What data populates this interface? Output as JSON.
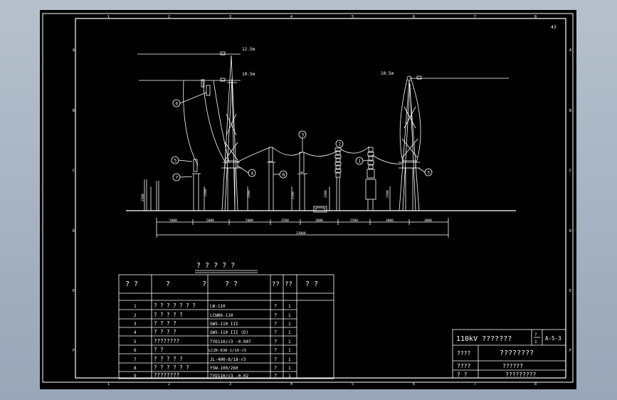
{
  "sheet": {
    "page_number": "43",
    "column_marks": [
      "1",
      "2",
      "3",
      "4",
      "5",
      "6",
      "7",
      "8"
    ],
    "row_marks": [
      "A",
      "B",
      "C",
      "D",
      "E",
      "F"
    ]
  },
  "elevation": {
    "height_labels": {
      "top_wire": "12.5m",
      "upper_wire": "10.5m",
      "right_wire": "10.5m"
    },
    "callouts": [
      "6",
      "5",
      "7",
      "4",
      "8",
      "3",
      "2",
      "1",
      "5"
    ],
    "vertical_dims": [
      "2500",
      "2500",
      "2500",
      "2700",
      "2500",
      "2500"
    ],
    "span_dims": [
      "5000",
      "5000",
      "5000",
      "2500",
      "3000",
      "2500",
      "3000",
      "3000"
    ],
    "total_dim": "23000"
  },
  "table": {
    "title": "? ? ? ? ?",
    "headers": [
      "?  ?",
      "?",
      "?",
      "? ?",
      "??",
      "??",
      "?  ?"
    ],
    "rows": [
      [
        "1",
        "? ? ? ? ? ? ?",
        "LW-110",
        "?",
        "1"
      ],
      [
        "2",
        "?  ?  ?  ?  ?",
        "LCWB6-110",
        "?",
        "1"
      ],
      [
        "3",
        "?   ?   ?   ?",
        "GW5-110 III",
        "?",
        "1"
      ],
      [
        "4",
        "?   ?   ?   ?",
        "GW5-110 III    (D)",
        "?",
        "1"
      ],
      [
        "5",
        "????????",
        "TYD110/√3 -0.007",
        "?",
        "1"
      ],
      [
        "6",
        "?      ?",
        "LCZK-630-1/16-√3",
        "?",
        "1"
      ],
      [
        "7",
        "?  ?  ?  ?  ?",
        "JL-400-8/18-√3",
        "?",
        "1"
      ],
      [
        "8",
        "? ? ? ? ? ?",
        "Y5W-100/260",
        "?",
        "1"
      ],
      [
        "9",
        "????????",
        "TYD110/√3 -0.02",
        "?",
        "1"
      ]
    ]
  },
  "title_block": {
    "title": "110kV ???????",
    "scale_top": "?",
    "scale_bottom": "1",
    "drawing_no": "A-5-3",
    "rows": [
      [
        "????",
        "????????"
      ],
      [
        "????",
        "??????"
      ],
      [
        "?  ?",
        "?????????"
      ]
    ]
  },
  "colors": {
    "sheet": "#000000",
    "line": "#ffffff",
    "bg": "#a7b3c2"
  }
}
